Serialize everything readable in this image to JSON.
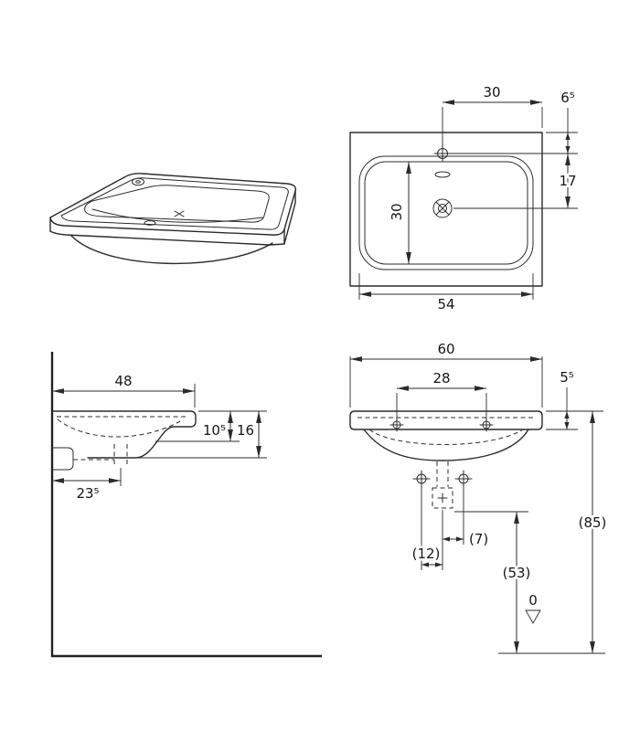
{
  "page": {
    "background": "#ffffff",
    "line_color": "#2b2b2b"
  },
  "views": {
    "plan": {
      "dims": {
        "faucet_to_edge": "30",
        "rear_offset": "6⁵",
        "faucet_to_drain": "17",
        "bowl_depth": "30",
        "bowl_width": "54"
      }
    },
    "side": {
      "dims": {
        "depth": "48",
        "bowl_height": "10⁵",
        "total_height": "16",
        "drain_to_wall": "23⁵"
      }
    },
    "front": {
      "dims": {
        "width": "60",
        "tap_hole_spacing": "28",
        "rim_thickness": "5⁵",
        "supply_to_drain": "(7)",
        "supply_spacing": "(12)",
        "drain_height": "(53)",
        "overall_height": "(85)",
        "datum": "0"
      }
    }
  }
}
